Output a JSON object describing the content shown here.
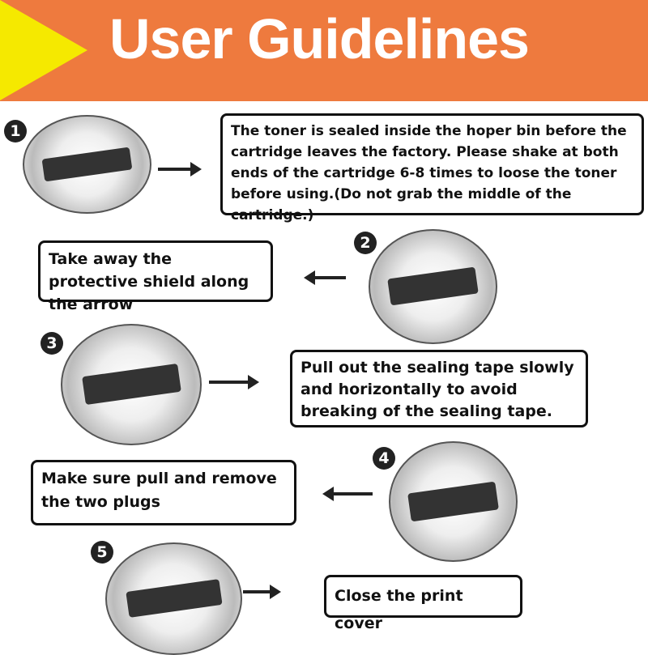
{
  "header": {
    "title": "User Guidelines",
    "background": "#ee7a3e",
    "triangle": "#f5e900"
  },
  "steps": [
    {
      "number": "1",
      "text": "The toner is sealed inside the hoper bin before the cartridge leaves the factory. Please shake at both ends of the cartridge 6-8 times to loose the toner before using.(Do not grab the middle of the cartridge.)"
    },
    {
      "number": "2",
      "text": "Take away the protective shield along the arrow"
    },
    {
      "number": "3",
      "text": "Pull out the sealing tape slowly and horizontally to avoid breaking of the sealing tape."
    },
    {
      "number": "4",
      "text": "Make sure pull and remove the two plugs"
    },
    {
      "number": "5",
      "text": "Close the print cover"
    }
  ]
}
